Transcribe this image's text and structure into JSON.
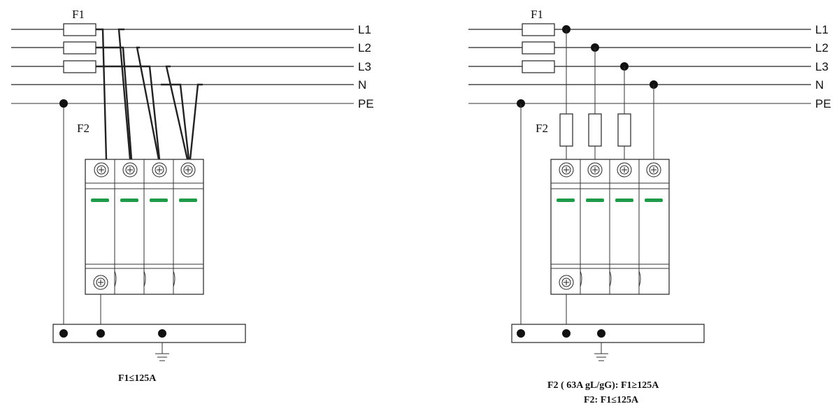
{
  "left": {
    "line_labels": [
      "L1",
      "L2",
      "L3",
      "N",
      "PE"
    ],
    "fuse_f1_label": "F1",
    "fuse_f2_label": "F2",
    "caption": "F1≤125A"
  },
  "right": {
    "line_labels": [
      "L1",
      "L2",
      "L3",
      "N",
      "PE"
    ],
    "fuse_f1_label": "F1",
    "fuse_f2_label": "F2",
    "caption_line1": "F2 ( 63A gL/gG): F1≥125A",
    "caption_line2": "F2:  F1≤125A"
  },
  "colors": {
    "indicator": "#1f9a48",
    "line": "#222222"
  }
}
